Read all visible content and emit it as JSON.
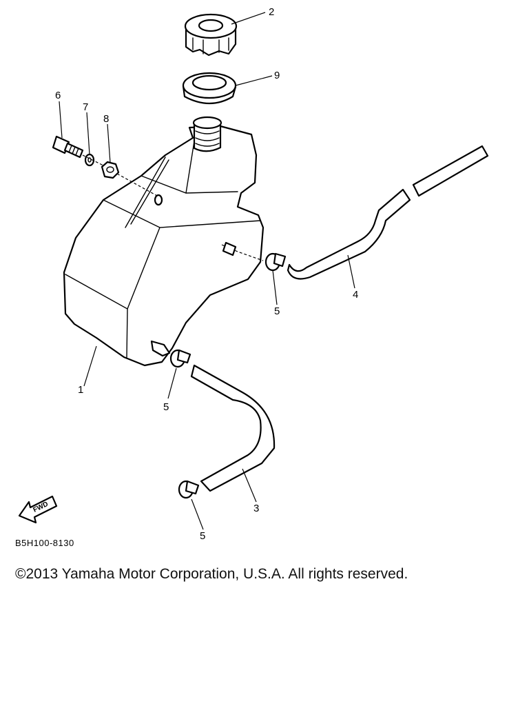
{
  "callouts": [
    "1",
    "2",
    "3",
    "4",
    "5",
    "5",
    "5",
    "6",
    "7",
    "8",
    "9"
  ],
  "fwd_arrow": {
    "label": "FWD",
    "icon": "fwd-arrow-icon"
  },
  "diagram_code": "B5H100-8130",
  "copyright": "©2013 Yamaha Motor Corporation, U.S.A. All rights reserved.",
  "colors": {
    "ink": "#000000",
    "paper": "#ffffff"
  }
}
